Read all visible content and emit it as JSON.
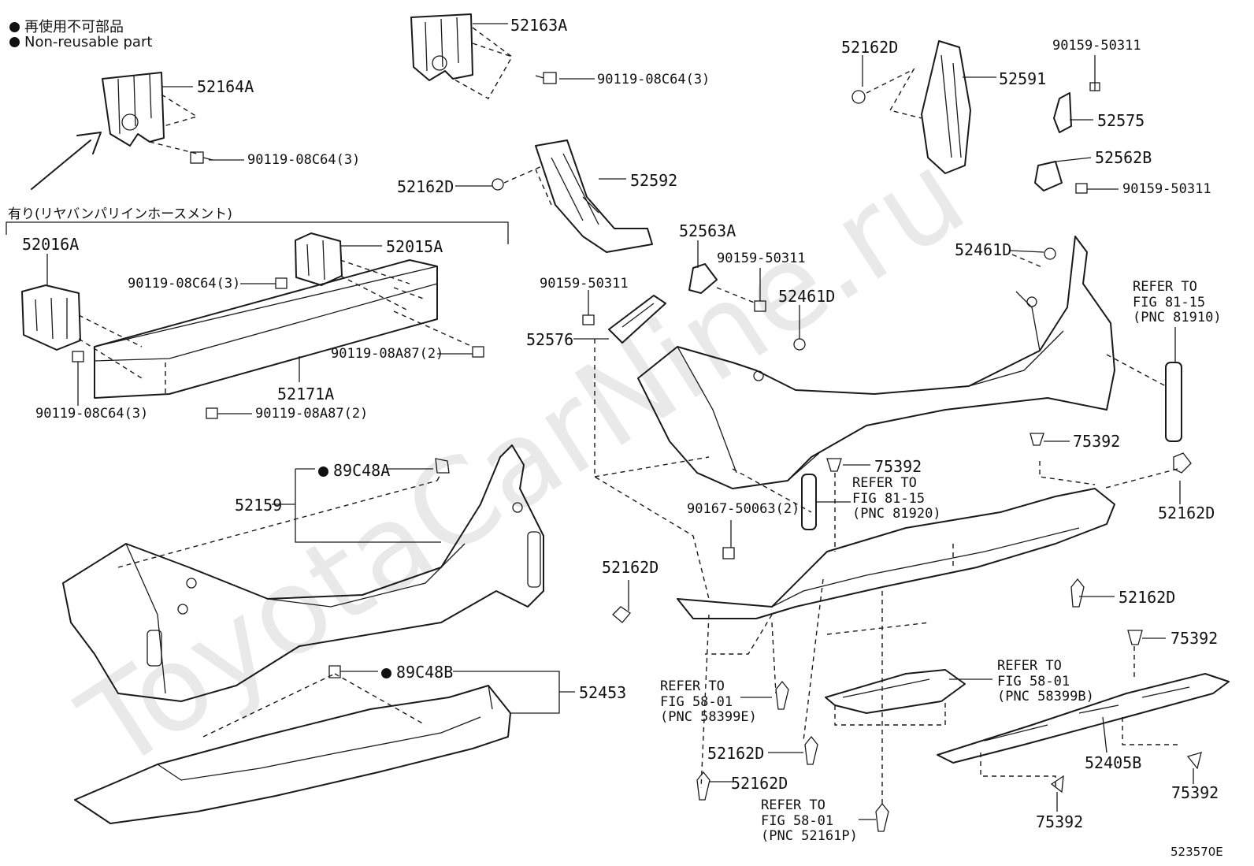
{
  "watermark": "ToyotaCarNine.ru",
  "legend": {
    "jp": "再使用不可部品",
    "en": "Non-reusable part"
  },
  "bracket_note": "有り(リヤバンパリインホースメント)",
  "diagram_code": "523570E",
  "parts": {
    "p52163A": "52163A",
    "p90119_08C64_3_top": "90119-08C64(3)",
    "p52164A": "52164A",
    "p90119_08C64_3_left": "90119-08C64(3)",
    "p52162D_a": "52162D",
    "p52592": "52592",
    "p52162D_b": "52162D",
    "p52591": "52591",
    "p90159_50311_a": "90159-50311",
    "p52575": "52575",
    "p52562B": "52562B",
    "p90159_50311_b": "90159-50311",
    "p52016A": "52016A",
    "p52015A": "52015A",
    "p90119_08C64_3_mid": "90119-08C64(3)",
    "p90119_08A87_2_a": "90119-08A87(2)",
    "p52171A": "52171A",
    "p90119_08C64_3_low": "90119-08C64(3)",
    "p90119_08A87_2_b": "90119-08A87(2)",
    "p52563A": "52563A",
    "p90159_50311_c": "90159-50311",
    "p90159_50311_d": "90159-50311",
    "p52461D_a": "52461D",
    "p52576": "52576",
    "p52461D_b": "52461D",
    "p89C48A": "89C48A",
    "p52159": "52159",
    "p75392_a": "75392",
    "p75392_b": "75392",
    "p52162D_c": "52162D",
    "p90167_50063_2": "90167-50063(2)",
    "p52162D_d": "52162D",
    "p52162D_e": "52162D",
    "p89C48B": "89C48B",
    "p52453": "52453",
    "p75392_c": "75392",
    "p52162D_f": "52162D",
    "p52162D_g": "52162D",
    "p52405B": "52405B",
    "p75392_d": "75392",
    "p75392_e": "75392"
  },
  "refs": {
    "r81910": [
      "REFER TO",
      "FIG 81-15",
      "(PNC 81910)"
    ],
    "r81920": [
      "REFER TO",
      "FIG 81-15",
      "(PNC 81920)"
    ],
    "r58399E": [
      "REFER TO",
      "FIG 58-01",
      "(PNC 58399E)"
    ],
    "r58399B": [
      "REFER TO",
      "FIG 58-01",
      "(PNC 58399B)"
    ],
    "r52161P": [
      "REFER TO",
      "FIG 58-01",
      "(PNC 52161P)"
    ]
  }
}
